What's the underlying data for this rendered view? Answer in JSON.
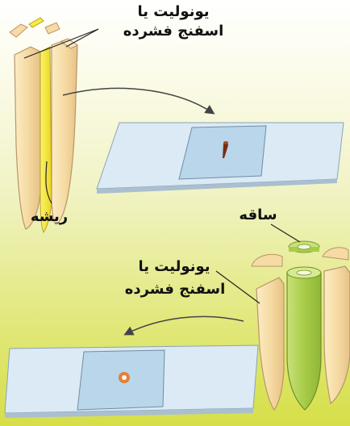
{
  "labels": {
    "top_matrix_line1": "یونولیت یا",
    "top_matrix_line2": "اسفنج فشرده",
    "root": "ریشه",
    "stem": "ساقه",
    "bottom_matrix_line1": "یونولیت یا",
    "bottom_matrix_line2": "اسفنج فشرده"
  },
  "colors": {
    "holder_light": "#f8e1ad",
    "holder_shade": "#e7c485",
    "root_tissue": "#f7ec3a",
    "stem_tissue": "#a9cd4a",
    "slide": "#dbeaf4",
    "coverslip": "#b9d6ea",
    "section_dark": "#7a2c10",
    "section_ring": "#e2803a"
  }
}
